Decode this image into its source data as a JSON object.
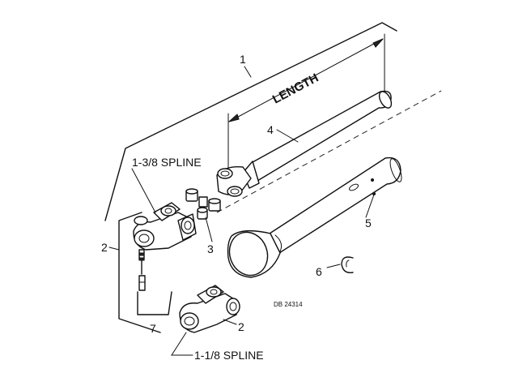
{
  "labels": {
    "assembly": "1",
    "yoke_set": "2",
    "yoke_lower": "2",
    "cross": "3",
    "shaft": "4",
    "shield": "5",
    "clip": "6",
    "pin": "7",
    "length": "LENGTH",
    "spline_upper": "1-3/8 SPLINE",
    "spline_lower": "1-1/8 SPLINE",
    "ref_code": "DB 24314"
  }
}
